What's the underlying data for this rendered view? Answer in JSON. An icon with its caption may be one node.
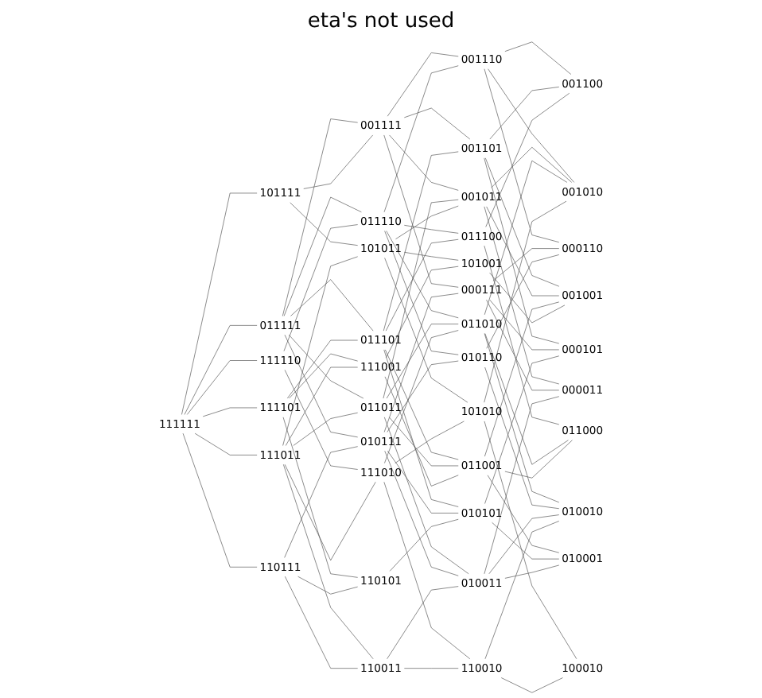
{
  "diagram": {
    "title": "eta's not used",
    "nodes": [
      {
        "text": [
          "111111"
        ]
      },
      {
        "text": [
          "011111"
        ]
      },
      {
        "text": [
          "101111"
        ]
      },
      {
        "text": [
          "111110"
        ]
      },
      {
        "text": [
          "111101"
        ]
      },
      {
        "text": [
          "111011"
        ]
      },
      {
        "text": [
          "110111"
        ]
      },
      {
        "text": [
          "001111"
        ]
      },
      {
        "text": [
          "011110"
        ]
      },
      {
        "text": [
          "011101"
        ]
      },
      {
        "text": [
          "011011"
        ]
      },
      {
        "text": [
          "010111"
        ]
      },
      {
        "text": [
          "101011"
        ]
      },
      {
        "text": [
          "111010"
        ]
      },
      {
        "text": [
          "111001"
        ]
      },
      {
        "text": [
          "110101"
        ]
      },
      {
        "text": [
          "110011"
        ]
      },
      {
        "text": [
          "001110"
        ]
      },
      {
        "text": [
          "001101"
        ]
      },
      {
        "text": [
          "001011"
        ]
      },
      {
        "text": [
          "000111"
        ]
      },
      {
        "text": [
          "011100"
        ]
      },
      {
        "text": [
          "011010"
        ]
      },
      {
        "text": [
          "010110"
        ]
      },
      {
        "text": [
          "011001"
        ]
      },
      {
        "text": [
          "010101"
        ]
      },
      {
        "text": [
          "010011"
        ]
      },
      {
        "text": [
          "101010"
        ]
      },
      {
        "text": [
          "101001"
        ]
      },
      {
        "text": [
          "110010"
        ]
      },
      {
        "text": [
          "001100"
        ]
      },
      {
        "text": [
          "001010"
        ]
      },
      {
        "text": [
          "000110"
        ]
      },
      {
        "text": [
          "001001"
        ]
      },
      {
        "text": [
          "000101"
        ]
      },
      {
        "text": [
          "000011"
        ]
      },
      {
        "text": [
          "011000"
        ]
      },
      {
        "text": [
          "010010"
        ]
      },
      {
        "text": [
          "010001"
        ]
      },
      {
        "text": [
          "100010"
        ]
      }
    ],
    "edges": [
      {
        "from": 0,
        "to": 1,
        "arrow": "none"
      },
      {
        "from": 0,
        "to": 2,
        "arrow": "none"
      },
      {
        "from": 0,
        "to": 3,
        "arrow": "none"
      },
      {
        "from": 0,
        "to": 4,
        "arrow": "none"
      },
      {
        "from": 0,
        "to": 5,
        "arrow": "none"
      },
      {
        "from": 0,
        "to": 6,
        "arrow": "none"
      },
      {
        "from": 1,
        "to": 7,
        "arrow": "none"
      },
      {
        "from": 1,
        "to": 8,
        "arrow": "none"
      },
      {
        "from": 1,
        "to": 9,
        "arrow": "none"
      },
      {
        "from": 1,
        "to": 10,
        "arrow": "none"
      },
      {
        "from": 1,
        "to": 11,
        "arrow": "none"
      },
      {
        "from": 2,
        "to": 7,
        "arrow": "none"
      },
      {
        "from": 2,
        "to": 12,
        "arrow": "none"
      },
      {
        "from": 3,
        "to": 8,
        "arrow": "none"
      },
      {
        "from": 3,
        "to": 13,
        "arrow": "none"
      },
      {
        "from": 4,
        "to": 9,
        "arrow": "none"
      },
      {
        "from": 4,
        "to": 14,
        "arrow": "none"
      },
      {
        "from": 4,
        "to": 15,
        "arrow": "none"
      },
      {
        "from": 5,
        "to": 10,
        "arrow": "none"
      },
      {
        "from": 5,
        "to": 12,
        "arrow": "none"
      },
      {
        "from": 5,
        "to": 13,
        "arrow": "none"
      },
      {
        "from": 5,
        "to": 14,
        "arrow": "none"
      },
      {
        "from": 5,
        "to": 16,
        "arrow": "none"
      },
      {
        "from": 6,
        "to": 11,
        "arrow": "none"
      },
      {
        "from": 6,
        "to": 15,
        "arrow": "none"
      },
      {
        "from": 6,
        "to": 16,
        "arrow": "none"
      },
      {
        "from": 7,
        "to": 17,
        "arrow": "none"
      },
      {
        "from": 7,
        "to": 18,
        "arrow": "none"
      },
      {
        "from": 7,
        "to": 19,
        "arrow": "none"
      },
      {
        "from": 7,
        "to": 20,
        "arrow": "none"
      },
      {
        "from": 8,
        "to": 17,
        "arrow": "none"
      },
      {
        "from": 8,
        "to": 21,
        "arrow": "none"
      },
      {
        "from": 8,
        "to": 22,
        "arrow": "none"
      },
      {
        "from": 8,
        "to": 23,
        "arrow": "none"
      },
      {
        "from": 9,
        "to": 18,
        "arrow": "none"
      },
      {
        "from": 9,
        "to": 21,
        "arrow": "none"
      },
      {
        "from": 9,
        "to": 24,
        "arrow": "none"
      },
      {
        "from": 9,
        "to": 25,
        "arrow": "none"
      },
      {
        "from": 10,
        "to": 19,
        "arrow": "none"
      },
      {
        "from": 10,
        "to": 22,
        "arrow": "none"
      },
      {
        "from": 10,
        "to": 24,
        "arrow": "none"
      },
      {
        "from": 10,
        "to": 26,
        "arrow": "none"
      },
      {
        "from": 11,
        "to": 20,
        "arrow": "none"
      },
      {
        "from": 11,
        "to": 23,
        "arrow": "none"
      },
      {
        "from": 11,
        "to": 25,
        "arrow": "none"
      },
      {
        "from": 11,
        "to": 26,
        "arrow": "none"
      },
      {
        "from": 12,
        "to": 19,
        "arrow": "none"
      },
      {
        "from": 12,
        "to": 27,
        "arrow": "none"
      },
      {
        "from": 12,
        "to": 28,
        "arrow": "none"
      },
      {
        "from": 13,
        "to": 22,
        "arrow": "none"
      },
      {
        "from": 13,
        "to": 27,
        "arrow": "none"
      },
      {
        "from": 13,
        "to": 29,
        "arrow": "none"
      },
      {
        "from": 14,
        "to": 24,
        "arrow": "none"
      },
      {
        "from": 14,
        "to": 28,
        "arrow": "none"
      },
      {
        "from": 15,
        "to": 25,
        "arrow": "none"
      },
      {
        "from": 16,
        "to": 26,
        "arrow": "none"
      },
      {
        "from": 16,
        "to": 29,
        "arrow": "none"
      },
      {
        "from": 17,
        "to": 30,
        "arrow": "none"
      },
      {
        "from": 17,
        "to": 31,
        "arrow": "none"
      },
      {
        "from": 17,
        "to": 32,
        "arrow": "none"
      },
      {
        "from": 18,
        "to": 30,
        "arrow": "none"
      },
      {
        "from": 18,
        "to": 33,
        "arrow": "none"
      },
      {
        "from": 18,
        "to": 34,
        "arrow": "none"
      },
      {
        "from": 19,
        "to": 31,
        "arrow": "none"
      },
      {
        "from": 19,
        "to": 33,
        "arrow": "none"
      },
      {
        "from": 19,
        "to": 35,
        "arrow": "none"
      },
      {
        "from": 20,
        "to": 32,
        "arrow": "none"
      },
      {
        "from": 20,
        "to": 34,
        "arrow": "none"
      },
      {
        "from": 20,
        "to": 35,
        "arrow": "none"
      },
      {
        "from": 21,
        "to": 30,
        "arrow": "none"
      },
      {
        "from": 21,
        "to": 36,
        "arrow": "none"
      },
      {
        "from": 22,
        "to": 31,
        "arrow": "none"
      },
      {
        "from": 22,
        "to": 36,
        "arrow": "none"
      },
      {
        "from": 22,
        "to": 37,
        "arrow": "none"
      },
      {
        "from": 23,
        "to": 32,
        "arrow": "none"
      },
      {
        "from": 23,
        "to": 37,
        "arrow": "none"
      },
      {
        "from": 24,
        "to": 33,
        "arrow": "none"
      },
      {
        "from": 24,
        "to": 36,
        "arrow": "none"
      },
      {
        "from": 24,
        "to": 38,
        "arrow": "none"
      },
      {
        "from": 25,
        "to": 34,
        "arrow": "none"
      },
      {
        "from": 25,
        "to": 38,
        "arrow": "none"
      },
      {
        "from": 26,
        "to": 35,
        "arrow": "none"
      },
      {
        "from": 26,
        "to": 37,
        "arrow": "none"
      },
      {
        "from": 26,
        "to": 38,
        "arrow": "none"
      },
      {
        "from": 27,
        "to": 31,
        "arrow": "none"
      },
      {
        "from": 27,
        "to": 39,
        "arrow": "none"
      },
      {
        "from": 28,
        "to": 33,
        "arrow": "none"
      },
      {
        "from": 29,
        "to": 37,
        "arrow": "none"
      },
      {
        "from": 29,
        "to": 39,
        "arrow": "none"
      }
    ]
  }
}
